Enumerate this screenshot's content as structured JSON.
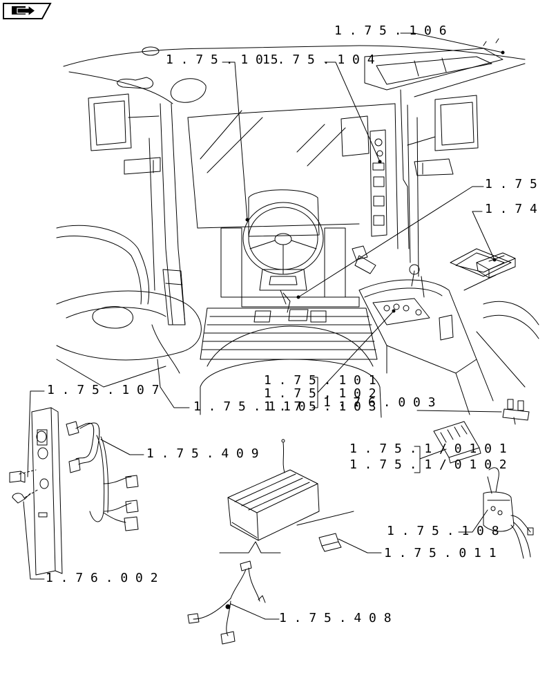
{
  "nav": {
    "icon": "forward-arrow-icon"
  },
  "callouts": [
    {
      "id": "c01",
      "text": "1 . 7 5 . 1   0 6"
    },
    {
      "id": "c02",
      "text": "1 . 7 5 . 1   0 5"
    },
    {
      "id": "c03",
      "text": "1 . 7 5 . 1   0 4"
    },
    {
      "id": "c04",
      "text": "1 . 7 5 ."
    },
    {
      "id": "c05",
      "text": "1 . 7 4 ."
    },
    {
      "id": "c06",
      "text": "1 . 7 5 . 1   0 7"
    },
    {
      "id": "c07",
      "text": "1 . 7 5 . 1   0 1"
    },
    {
      "id": "c08",
      "text": "1 . 7 5 . 1   0 2"
    },
    {
      "id": "c09",
      "text": "1 . 7 5 . 1   0 3"
    },
    {
      "id": "c10",
      "text": "1 . 7 5 . 1   1 0"
    },
    {
      "id": "c11",
      "text": "1 . 7 6 . 0   0 3"
    },
    {
      "id": "c12",
      "text": "1 . 7 5 . 4   0 9"
    },
    {
      "id": "c13",
      "text": "1 . 7 5 . 1 / 0 1   0 1"
    },
    {
      "id": "c14",
      "text": "1 . 7 5 . 1 / 0 1   0 2"
    },
    {
      "id": "c15",
      "text": "1 . 7 5 . 1   0 8"
    },
    {
      "id": "c16",
      "text": "1 . 7 5 . 0   1 1"
    },
    {
      "id": "c17",
      "text": "1 . 7 6 . 0   0 2"
    },
    {
      "id": "c18",
      "text": "1 . 7 5 . 4   0 8"
    }
  ]
}
